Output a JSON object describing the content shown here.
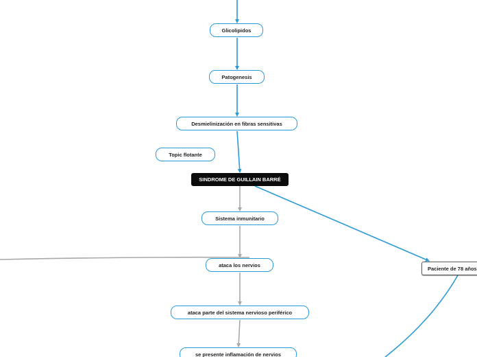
{
  "nodes": {
    "glicolipidos": "Glicolipidos",
    "patogenesis": "Patogenesis",
    "desmielinizacion": "Desmielinización en fibras sensitivas",
    "topic_flotante": "Topic flotante",
    "sindrome": "SINDROME DE GUILLAIN BARRÉ",
    "sistema_inmunitario": "Sistema inmunitario",
    "ataca_nervios": "ataca los nervios",
    "ataca_parte": "ataca parte del sistema nervioso periférico",
    "inflamacion": "se presente inflamación de nervios",
    "paciente": "Paciente de 78 años"
  },
  "colors": {
    "blue_connector": "#2b9ad8",
    "gray_connector": "#a8a8a8",
    "central_bg": "#0b0b0b"
  }
}
